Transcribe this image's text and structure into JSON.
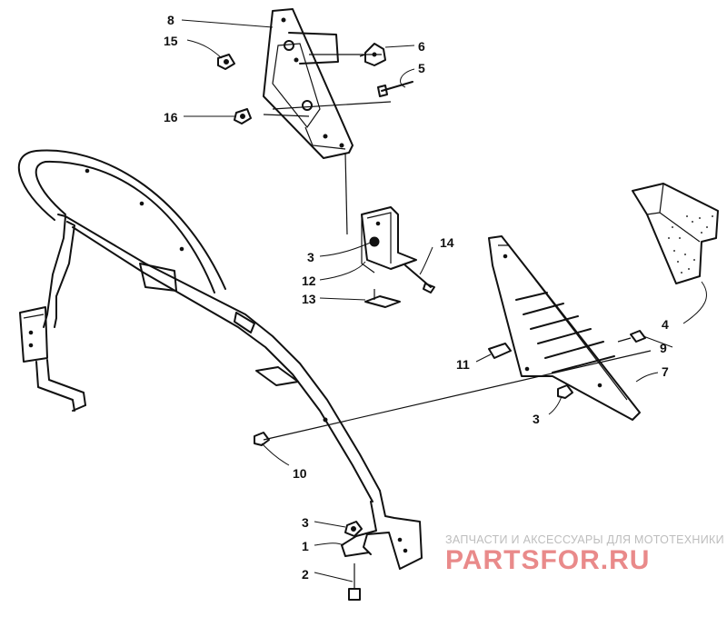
{
  "diagram": {
    "callouts": [
      {
        "id": "c8",
        "label": "8"
      },
      {
        "id": "c15",
        "label": "15"
      },
      {
        "id": "c6",
        "label": "6"
      },
      {
        "id": "c5",
        "label": "5"
      },
      {
        "id": "c16",
        "label": "16"
      },
      {
        "id": "c3a",
        "label": "3"
      },
      {
        "id": "c14",
        "label": "14"
      },
      {
        "id": "c12",
        "label": "12"
      },
      {
        "id": "c13",
        "label": "13"
      },
      {
        "id": "c4",
        "label": "4"
      },
      {
        "id": "c9",
        "label": "9"
      },
      {
        "id": "c11",
        "label": "11"
      },
      {
        "id": "c7",
        "label": "7"
      },
      {
        "id": "c3b",
        "label": "3"
      },
      {
        "id": "c10",
        "label": "10"
      },
      {
        "id": "c3c",
        "label": "3"
      },
      {
        "id": "c1",
        "label": "1"
      },
      {
        "id": "c2",
        "label": "2"
      }
    ]
  },
  "watermark": {
    "tagline": "ЗАПЧАСТИ И АКСЕССУАРЫ ДЛЯ МОТОТЕХНИКИ",
    "logo": "PARTSFOR.RU",
    "logo_color": "#e98a8a",
    "tagline_color": "#bdbdbd"
  }
}
